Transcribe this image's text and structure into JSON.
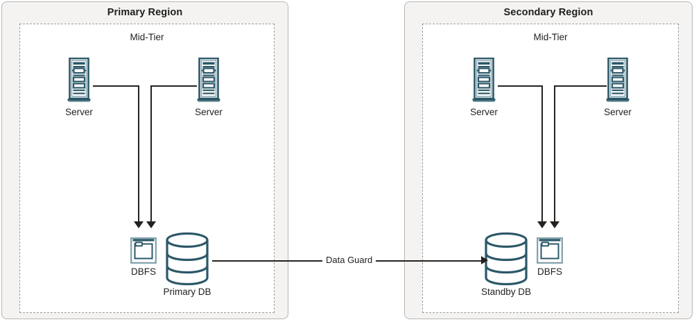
{
  "diagram": {
    "title_hidden": "Primary / Secondary Region Data Guard Architecture",
    "colors": {
      "region_fill": "#f4f3f1",
      "region_border": "#b6b6b6",
      "midtier_fill": "#ffffff",
      "midtier_border": "#9a9a9a",
      "icon_teal": "#2c5868",
      "icon_teal_light": "#7fa0ab",
      "line": "#25211e",
      "text": "#1f1f1f"
    }
  },
  "regions": [
    {
      "id": "primary",
      "title": "Primary Region",
      "midtier_title": "Mid-Tier",
      "servers": [
        {
          "label": "Server"
        },
        {
          "label": "Server"
        }
      ],
      "storage": {
        "label": "DBFS",
        "icon": "dbfs-icon"
      },
      "database": {
        "label": "Primary DB",
        "icon": "database-icon"
      }
    },
    {
      "id": "secondary",
      "title": "Secondary Region",
      "midtier_title": "Mid-Tier",
      "servers": [
        {
          "label": "Server"
        },
        {
          "label": "Server"
        }
      ],
      "storage": {
        "label": "DBFS",
        "icon": "dbfs-icon"
      },
      "database": {
        "label": "Standby DB",
        "icon": "database-icon"
      }
    }
  ],
  "replication": {
    "label": "Data Guard",
    "direction": "primary-to-secondary"
  }
}
